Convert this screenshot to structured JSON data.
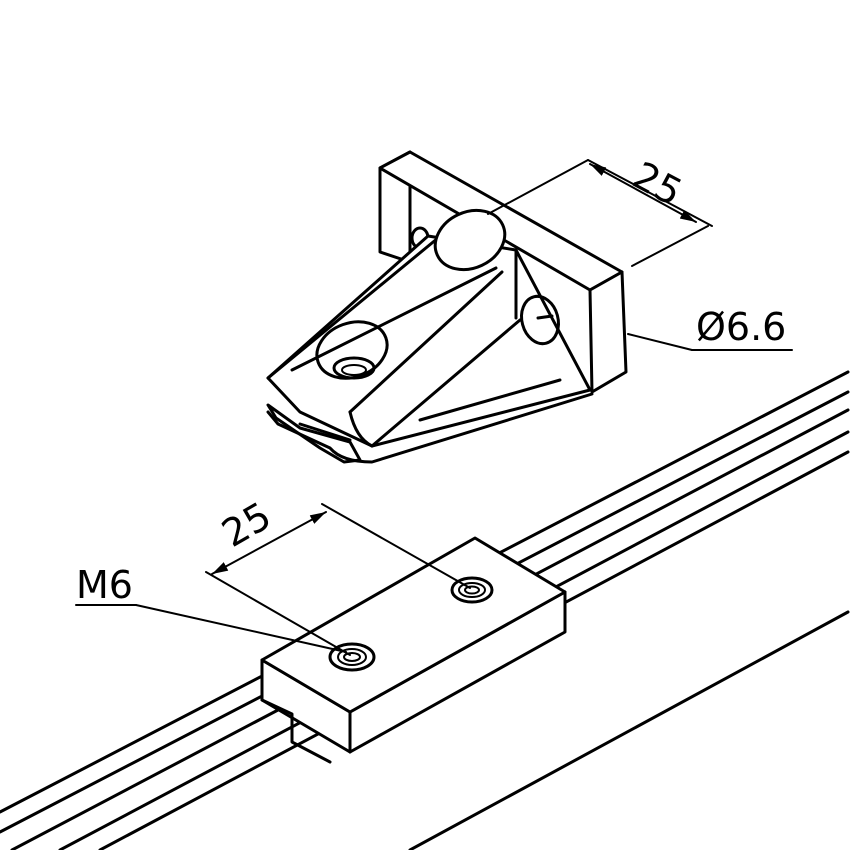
{
  "annotations": {
    "top_dimension": "25",
    "diameter": "Ø6.6",
    "bottom_dimension": "25",
    "thread": "M6"
  }
}
